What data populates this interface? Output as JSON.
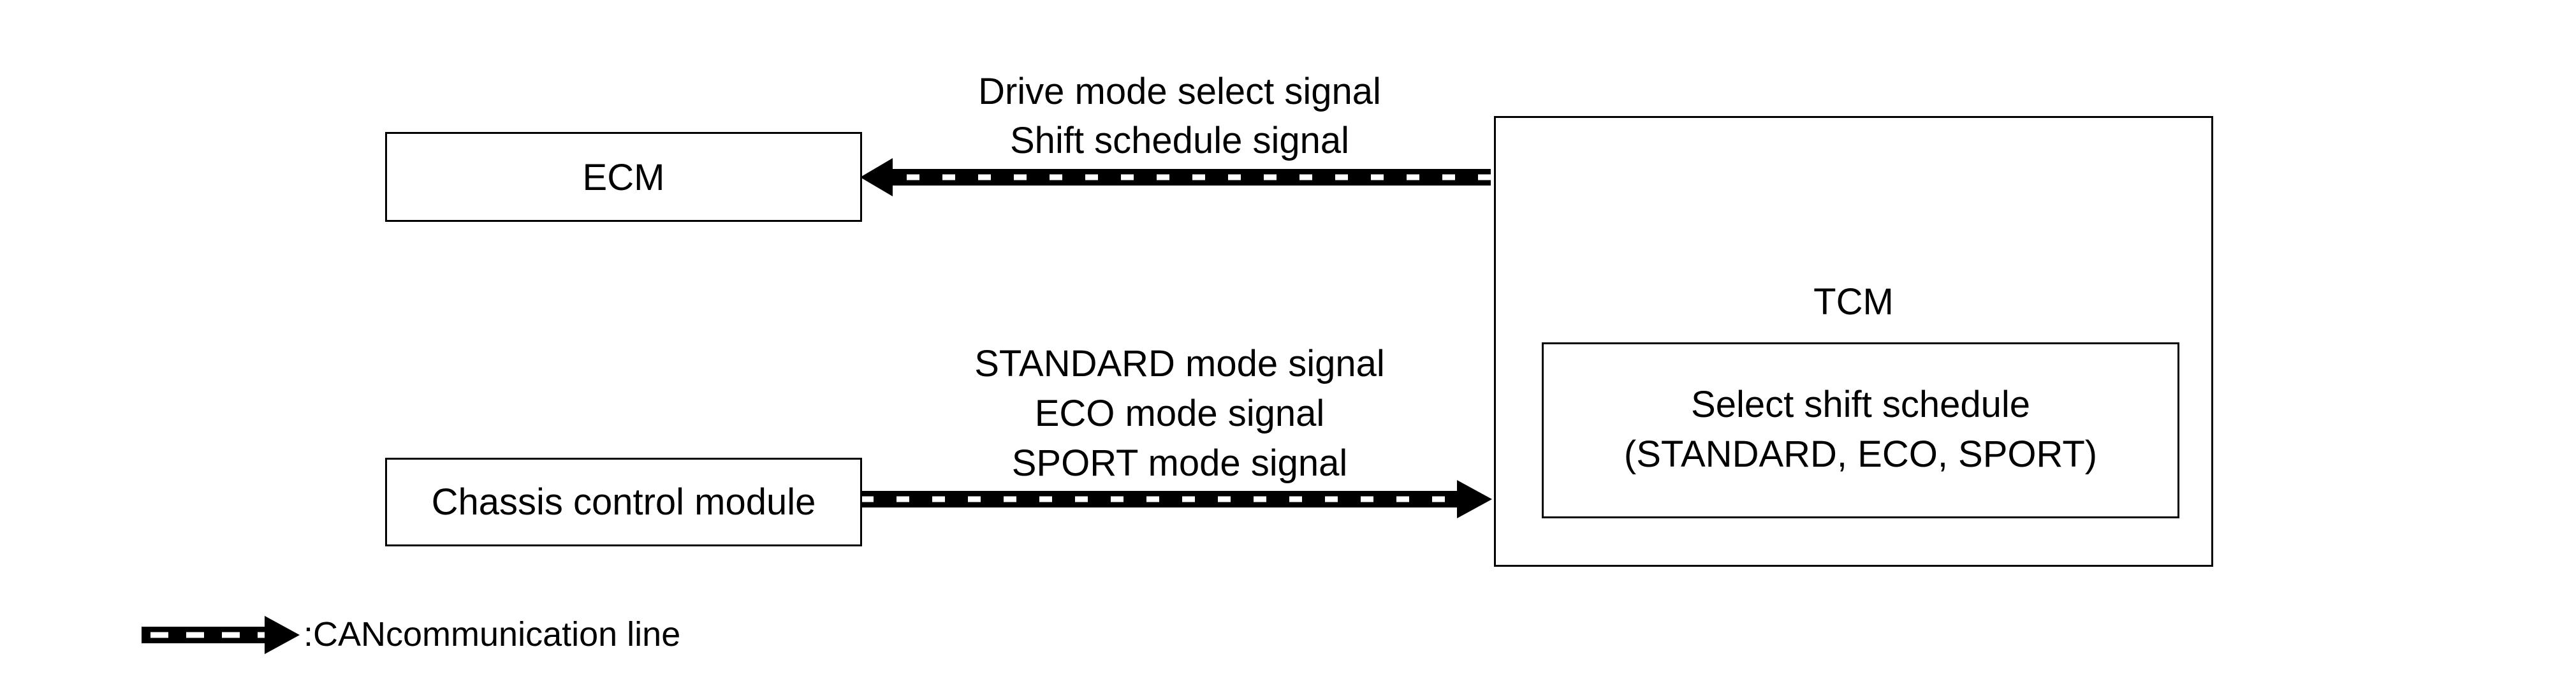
{
  "ecm_box": {
    "label": "ECM"
  },
  "chassis_box": {
    "label": "Chassis control module"
  },
  "tcm_box": {
    "title": "TCM",
    "inner_lines": [
      "Select shift schedule",
      "(STANDARD, ECO, SPORT)"
    ]
  },
  "top_signals": [
    "Drive mode select signal",
    "Shift schedule signal"
  ],
  "bottom_signals": [
    "STANDARD mode signal",
    "ECO mode signal",
    "SPORT mode signal"
  ],
  "legend": {
    "text": ":CANcommunication line"
  },
  "colors": {
    "line": "#000000",
    "background": "#ffffff"
  }
}
